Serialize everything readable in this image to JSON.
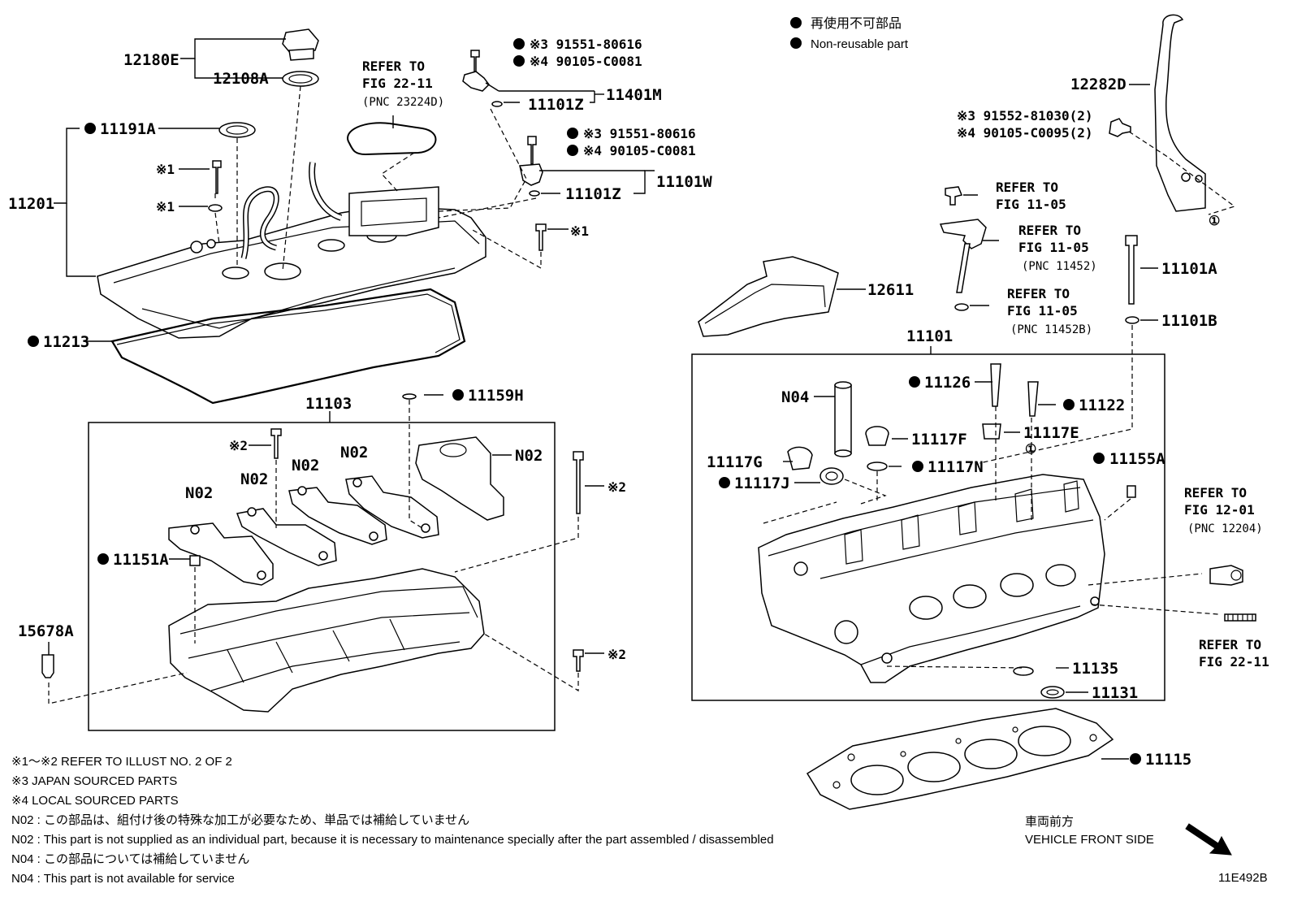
{
  "legend": {
    "non_reusable_jp": "再使用不可部品",
    "non_reusable_en": "Non-reusable part"
  },
  "labels": {
    "p12180E": "12180E",
    "p12108A": "12108A",
    "p11191A": "11191A",
    "p11201": "11201",
    "p11213": "11213",
    "p11401M": "11401M",
    "p11101Z_a": "11101Z",
    "p11101W": "11101W",
    "p11101Z_b": "11101Z",
    "p12282D": "12282D",
    "p12611": "12611",
    "p11101A": "11101A",
    "p11101B": "11101B",
    "p11101": "11101",
    "p11103": "11103",
    "p11159H": "11159H",
    "n02_a": "N02",
    "n02_b": "N02",
    "n02_c": "N02",
    "n02_d": "N02",
    "n02_e": "N02",
    "p11151A": "11151A",
    "p15678A": "15678A",
    "n04": "N04",
    "p11126": "11126",
    "p11122": "11122",
    "p11117F": "11117F",
    "p11117E": "11117E",
    "p11117G": "11117G",
    "p11117J": "11117J",
    "p11117N": "11117N",
    "p11155A": "11155A",
    "p11135": "11135",
    "p11131": "11131",
    "p11115": "11115",
    "m1_a": "※1",
    "m1_b": "※1",
    "m1_c": "※1",
    "m2_a": "※2",
    "m2_b": "※2",
    "m2_c": "※2",
    "circle1_a": "①",
    "circle1_b": "①",
    "bolt_jp_1": "※3 91551-80616",
    "bolt_loc_1": "※4 90105-C0081",
    "bolt_jp_2": "※3 91551-80616",
    "bolt_loc_2": "※4 90105-C0081",
    "bolt_jp_3": "※3 91552-81030(2)",
    "bolt_loc_3": "※4 90105-C0095(2)"
  },
  "refs": {
    "r1": [
      "REFER TO",
      "FIG 22-11",
      "(PNC 23224D)"
    ],
    "r2": [
      "REFER TO",
      "FIG 11-05"
    ],
    "r3": [
      "REFER TO",
      "FIG 11-05",
      "(PNC 11452)"
    ],
    "r4": [
      "REFER TO",
      "FIG 11-05",
      "(PNC 11452B)"
    ],
    "r5": [
      "REFER TO",
      "FIG 12-01",
      "(PNC 12204)"
    ],
    "r6": [
      "REFER TO",
      "FIG 22-11"
    ]
  },
  "notes": {
    "n1": "※1～※2  REFER TO ILLUST NO. 2 OF 2",
    "n2": "※3 JAPAN SOURCED PARTS",
    "n3": "※4 LOCAL SOURCED PARTS",
    "n4": "N02 : この部品は、組付け後の特殊な加工が必要なため、単品では補給していません",
    "n5": "N02 : This part is not supplied as an individual part, because it is necessary to maintenance specially after the part assembled / disassembled",
    "n6": "N04 : この部品については補給していません",
    "n7": "N04 : This part is not available for service"
  },
  "front": {
    "jp": "車両前方",
    "en": "VEHICLE FRONT SIDE"
  },
  "illust_code": "11E492B"
}
